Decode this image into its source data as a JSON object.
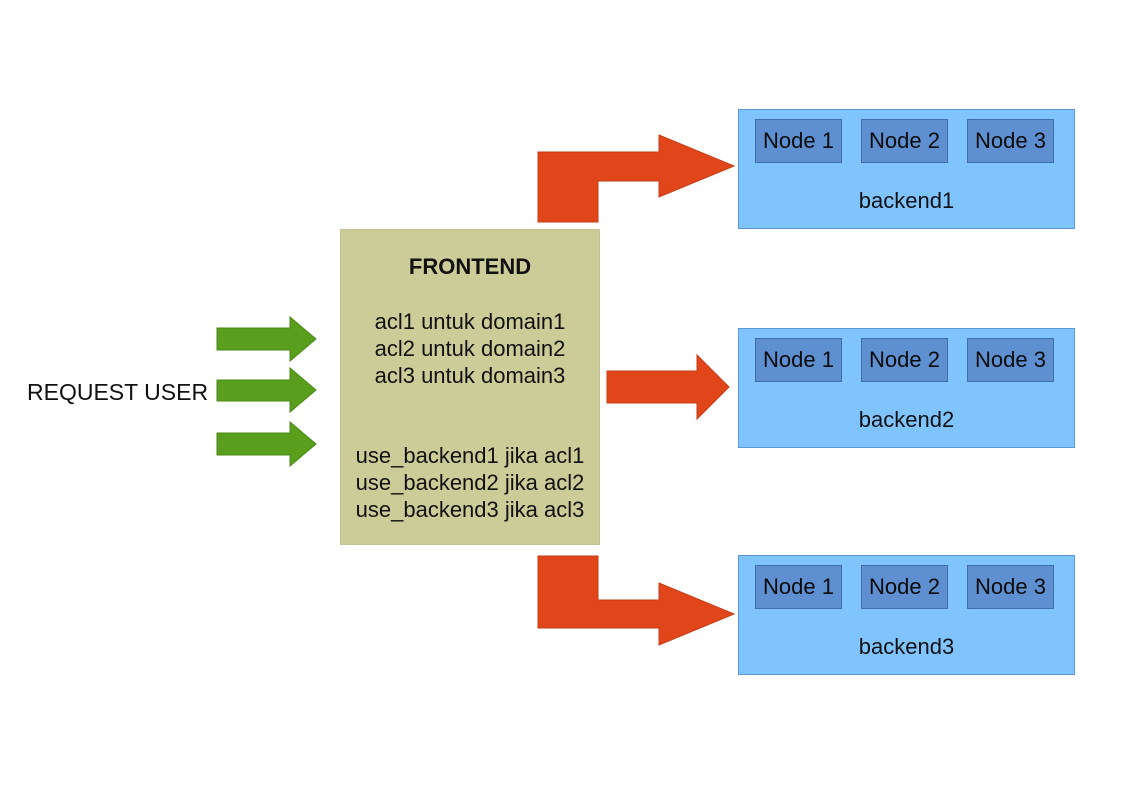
{
  "request_label": "REQUEST USER",
  "frontend": {
    "title": "FRONTEND",
    "acls": [
      "acl1 untuk domain1",
      "acl2 untuk domain2",
      "acl3 untuk domain3"
    ],
    "use_backends": [
      "use_backend1 jika acl1",
      "use_backend2 jika acl2",
      "use_backend3 jika acl3"
    ]
  },
  "backends": [
    {
      "label": "backend1",
      "nodes": [
        "Node 1",
        "Node 2",
        "Node 3"
      ]
    },
    {
      "label": "backend2",
      "nodes": [
        "Node 1",
        "Node 2",
        "Node 3"
      ]
    },
    {
      "label": "backend3",
      "nodes": [
        "Node 1",
        "Node 2",
        "Node 3"
      ]
    }
  ],
  "colors": {
    "request_arrow": "#5a9e1e",
    "route_arrow": "#e0461a",
    "frontend_fill": "#cccc99",
    "backend_fill": "#80c4ff",
    "node_fill": "#5e8fd1"
  }
}
